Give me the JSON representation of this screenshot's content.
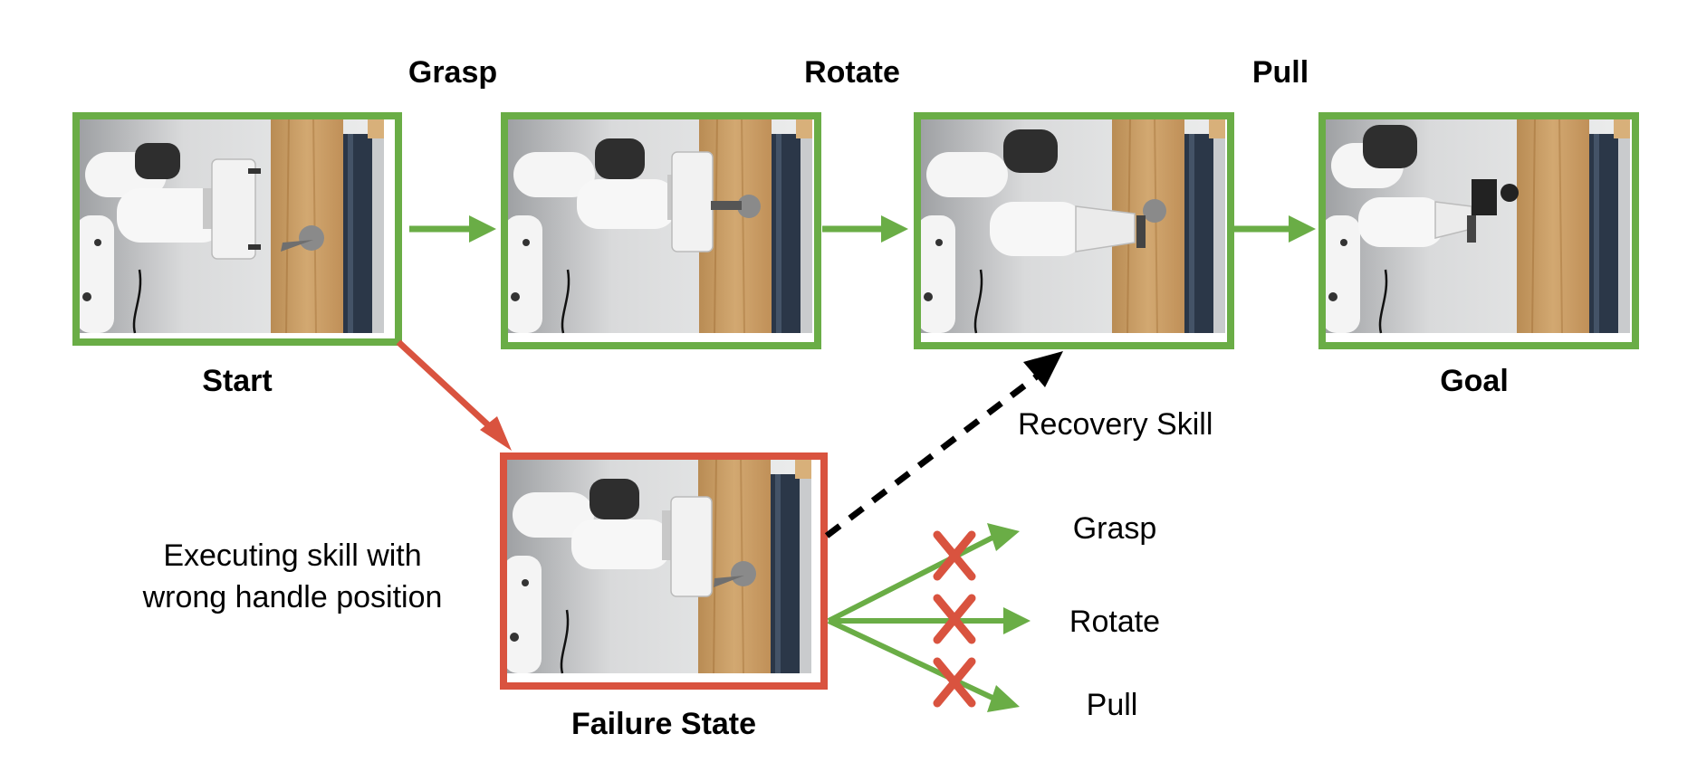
{
  "colors": {
    "success": "#6aad46",
    "failure": "#d9533f",
    "recovery": "#000000"
  },
  "labels": {
    "start": "Start",
    "goal": "Goal",
    "failure_state": "Failure State",
    "recovery_skill": "Recovery Skill",
    "executing_note": "Executing skill with\nwrong handle position"
  },
  "skills": {
    "grasp": "Grasp",
    "rotate": "Rotate",
    "pull": "Pull"
  },
  "failed_options": [
    "Grasp",
    "Rotate",
    "Pull"
  ],
  "frames": [
    {
      "id": "start",
      "border": "success"
    },
    {
      "id": "after-grasp",
      "border": "success"
    },
    {
      "id": "after-rotate",
      "border": "success"
    },
    {
      "id": "goal",
      "border": "success"
    },
    {
      "id": "failure",
      "border": "failure"
    }
  ]
}
